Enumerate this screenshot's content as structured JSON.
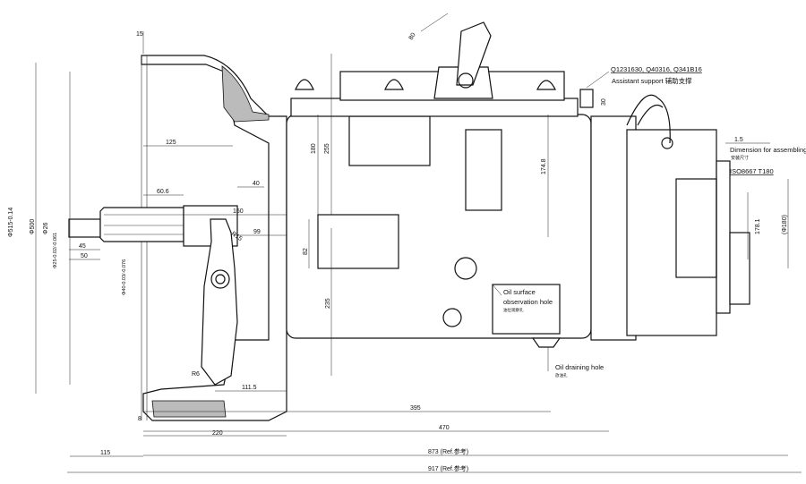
{
  "dimensions": {
    "d15_top": "15",
    "d80": "80",
    "d180": "180",
    "d255": "255",
    "d174_8": "174.8",
    "d30": "30",
    "d1_5": "1.5",
    "d125": "125",
    "d60_6": "60.6",
    "d40": "40",
    "d160": "160",
    "r15": "R15",
    "d99": "99",
    "dia26": "Φ26",
    "dia500": "Φ500",
    "dia515": "Φ515-0.14",
    "dia25": "Φ25-0.02/-0.061",
    "d45": "45",
    "d50": "50",
    "dia40": "Φ40-0.03/-0.076",
    "d82": "82",
    "d235": "235",
    "d111_5": "111.5",
    "r6": "R6",
    "d395": "395",
    "d470": "470",
    "d220": "220",
    "d8": "8",
    "d115": "115",
    "d873": "873 (Ref.参考)",
    "d917": "917 (Ref.参考)",
    "d178_1": "178.1",
    "dia180": "(Φ180)"
  },
  "notes": {
    "assistant_support_parts": "Q1231630, Q40316, Q341B16",
    "assistant_support": "Assistant support 辅助支撑",
    "assembling_dim": "Dimension for assembling",
    "assembling_dim_cn": "安装尺寸",
    "iso_flange": "ISO8667 T180",
    "oil_surface": "Oil surface",
    "observation_hole": "observation hole",
    "oil_surface_cn": "油位观察孔",
    "oil_draining": "Oil draining hole",
    "oil_draining_cn": "放油孔"
  }
}
